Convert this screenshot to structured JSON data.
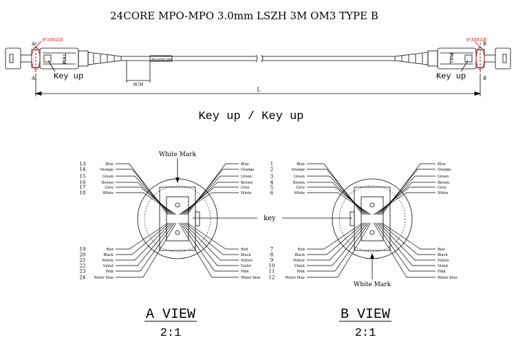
{
  "title": "24CORE MPO-MPO 3.0mm LSZH 3M OM3 TYPE B",
  "cable": {
    "angle_label": "8°ANGLE",
    "pull_label": "PULL",
    "key_up_label": "Key up",
    "end_a_label": "A",
    "end_b_label": "B",
    "wire_mark_label": "Wire number mark",
    "mark_distance_label": "9CM",
    "length_label": "L"
  },
  "orientation_caption": "Key up / Key up",
  "white_mark_label": "White Mark",
  "key_label": "key",
  "views": [
    {
      "name": "A VIEW",
      "scale": "2:1",
      "left_top": [
        {
          "num": "13",
          "color": "Blue"
        },
        {
          "num": "14",
          "color": "Orange"
        },
        {
          "num": "15",
          "color": "Green"
        },
        {
          "num": "16",
          "color": "Brown"
        },
        {
          "num": "17",
          "color": "Grey"
        },
        {
          "num": "18",
          "color": "White"
        }
      ],
      "right_top": [
        {
          "num": "1",
          "color": "Blue"
        },
        {
          "num": "2",
          "color": "Orange"
        },
        {
          "num": "3",
          "color": "Green"
        },
        {
          "num": "4",
          "color": "Brown"
        },
        {
          "num": "5",
          "color": "Grey"
        },
        {
          "num": "6",
          "color": "White"
        }
      ],
      "left_bottom": [
        {
          "num": "19",
          "color": "Red"
        },
        {
          "num": "20",
          "color": "Black"
        },
        {
          "num": "21",
          "color": "Yellow"
        },
        {
          "num": "22",
          "color": "Violet"
        },
        {
          "num": "23",
          "color": "Pink"
        },
        {
          "num": "24",
          "color": "Water blue"
        }
      ],
      "right_bottom": [
        {
          "num": "7",
          "color": "Red"
        },
        {
          "num": "8",
          "color": "Black"
        },
        {
          "num": "9",
          "color": "Yellow"
        },
        {
          "num": "10",
          "color": "Violet"
        },
        {
          "num": "11",
          "color": "Pink"
        },
        {
          "num": "12",
          "color": "Water blue"
        }
      ]
    },
    {
      "name": "B VIEW",
      "scale": "2:1",
      "left_top": [
        "Blue",
        "Orange",
        "Green",
        "Brown",
        "Grey",
        "White"
      ],
      "right_top": [
        "Blue",
        "Orange",
        "Green",
        "Brown",
        "Grey",
        "White"
      ],
      "left_bottom": [
        "Red",
        "Black",
        "Yellow",
        "Violet",
        "Pink",
        "Water blue"
      ],
      "right_bottom": [
        "Red",
        "Black",
        "Yellow",
        "Violet",
        "Pink",
        "Water blue"
      ]
    }
  ],
  "colors": {
    "line": "#000000",
    "angle_accent": "#e00000"
  }
}
